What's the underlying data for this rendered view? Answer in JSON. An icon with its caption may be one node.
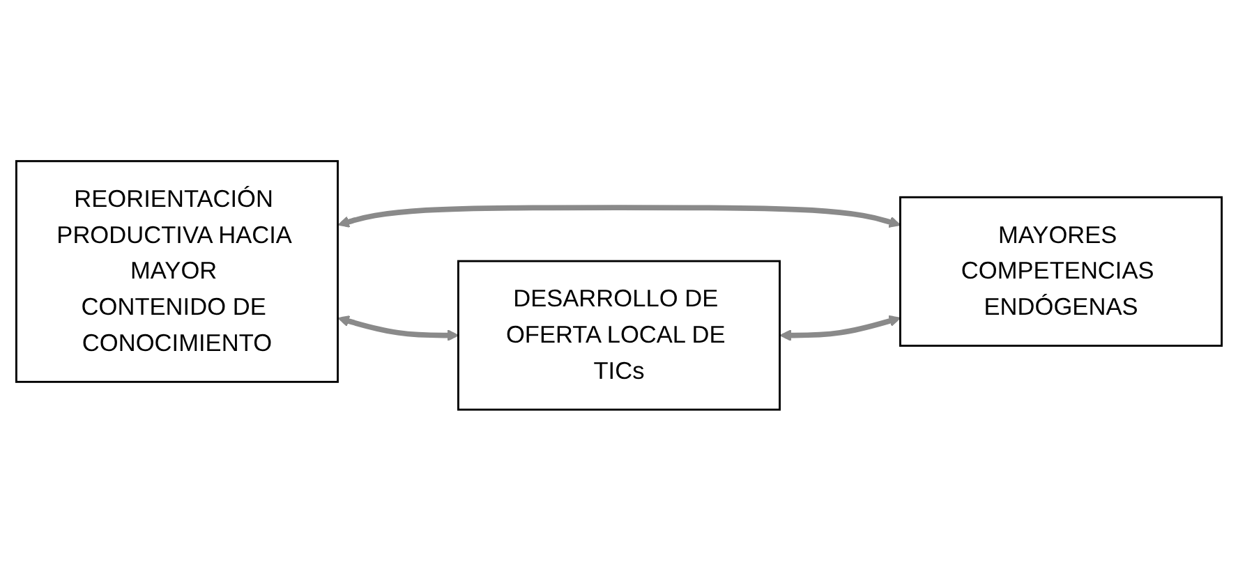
{
  "diagram": {
    "nodes": [
      {
        "text": [
          "REORIENTACIÓN PRODUCTIVA HACIA MAYOR CONTENIDO DE CONOCIMIENTO"
        ]
      },
      {
        "text": [
          "MAYORES COMPETENCIAS ENDÓGENAS"
        ]
      },
      {
        "text": [
          "DESARROLLO DE OFERTA LOCAL DE TICs"
        ]
      }
    ],
    "edges": [
      {
        "from": 0,
        "to": 1,
        "arrow": "both"
      },
      {
        "from": 0,
        "to": 2,
        "arrow": "both"
      },
      {
        "from": 2,
        "to": 1,
        "arrow": "both"
      }
    ]
  }
}
